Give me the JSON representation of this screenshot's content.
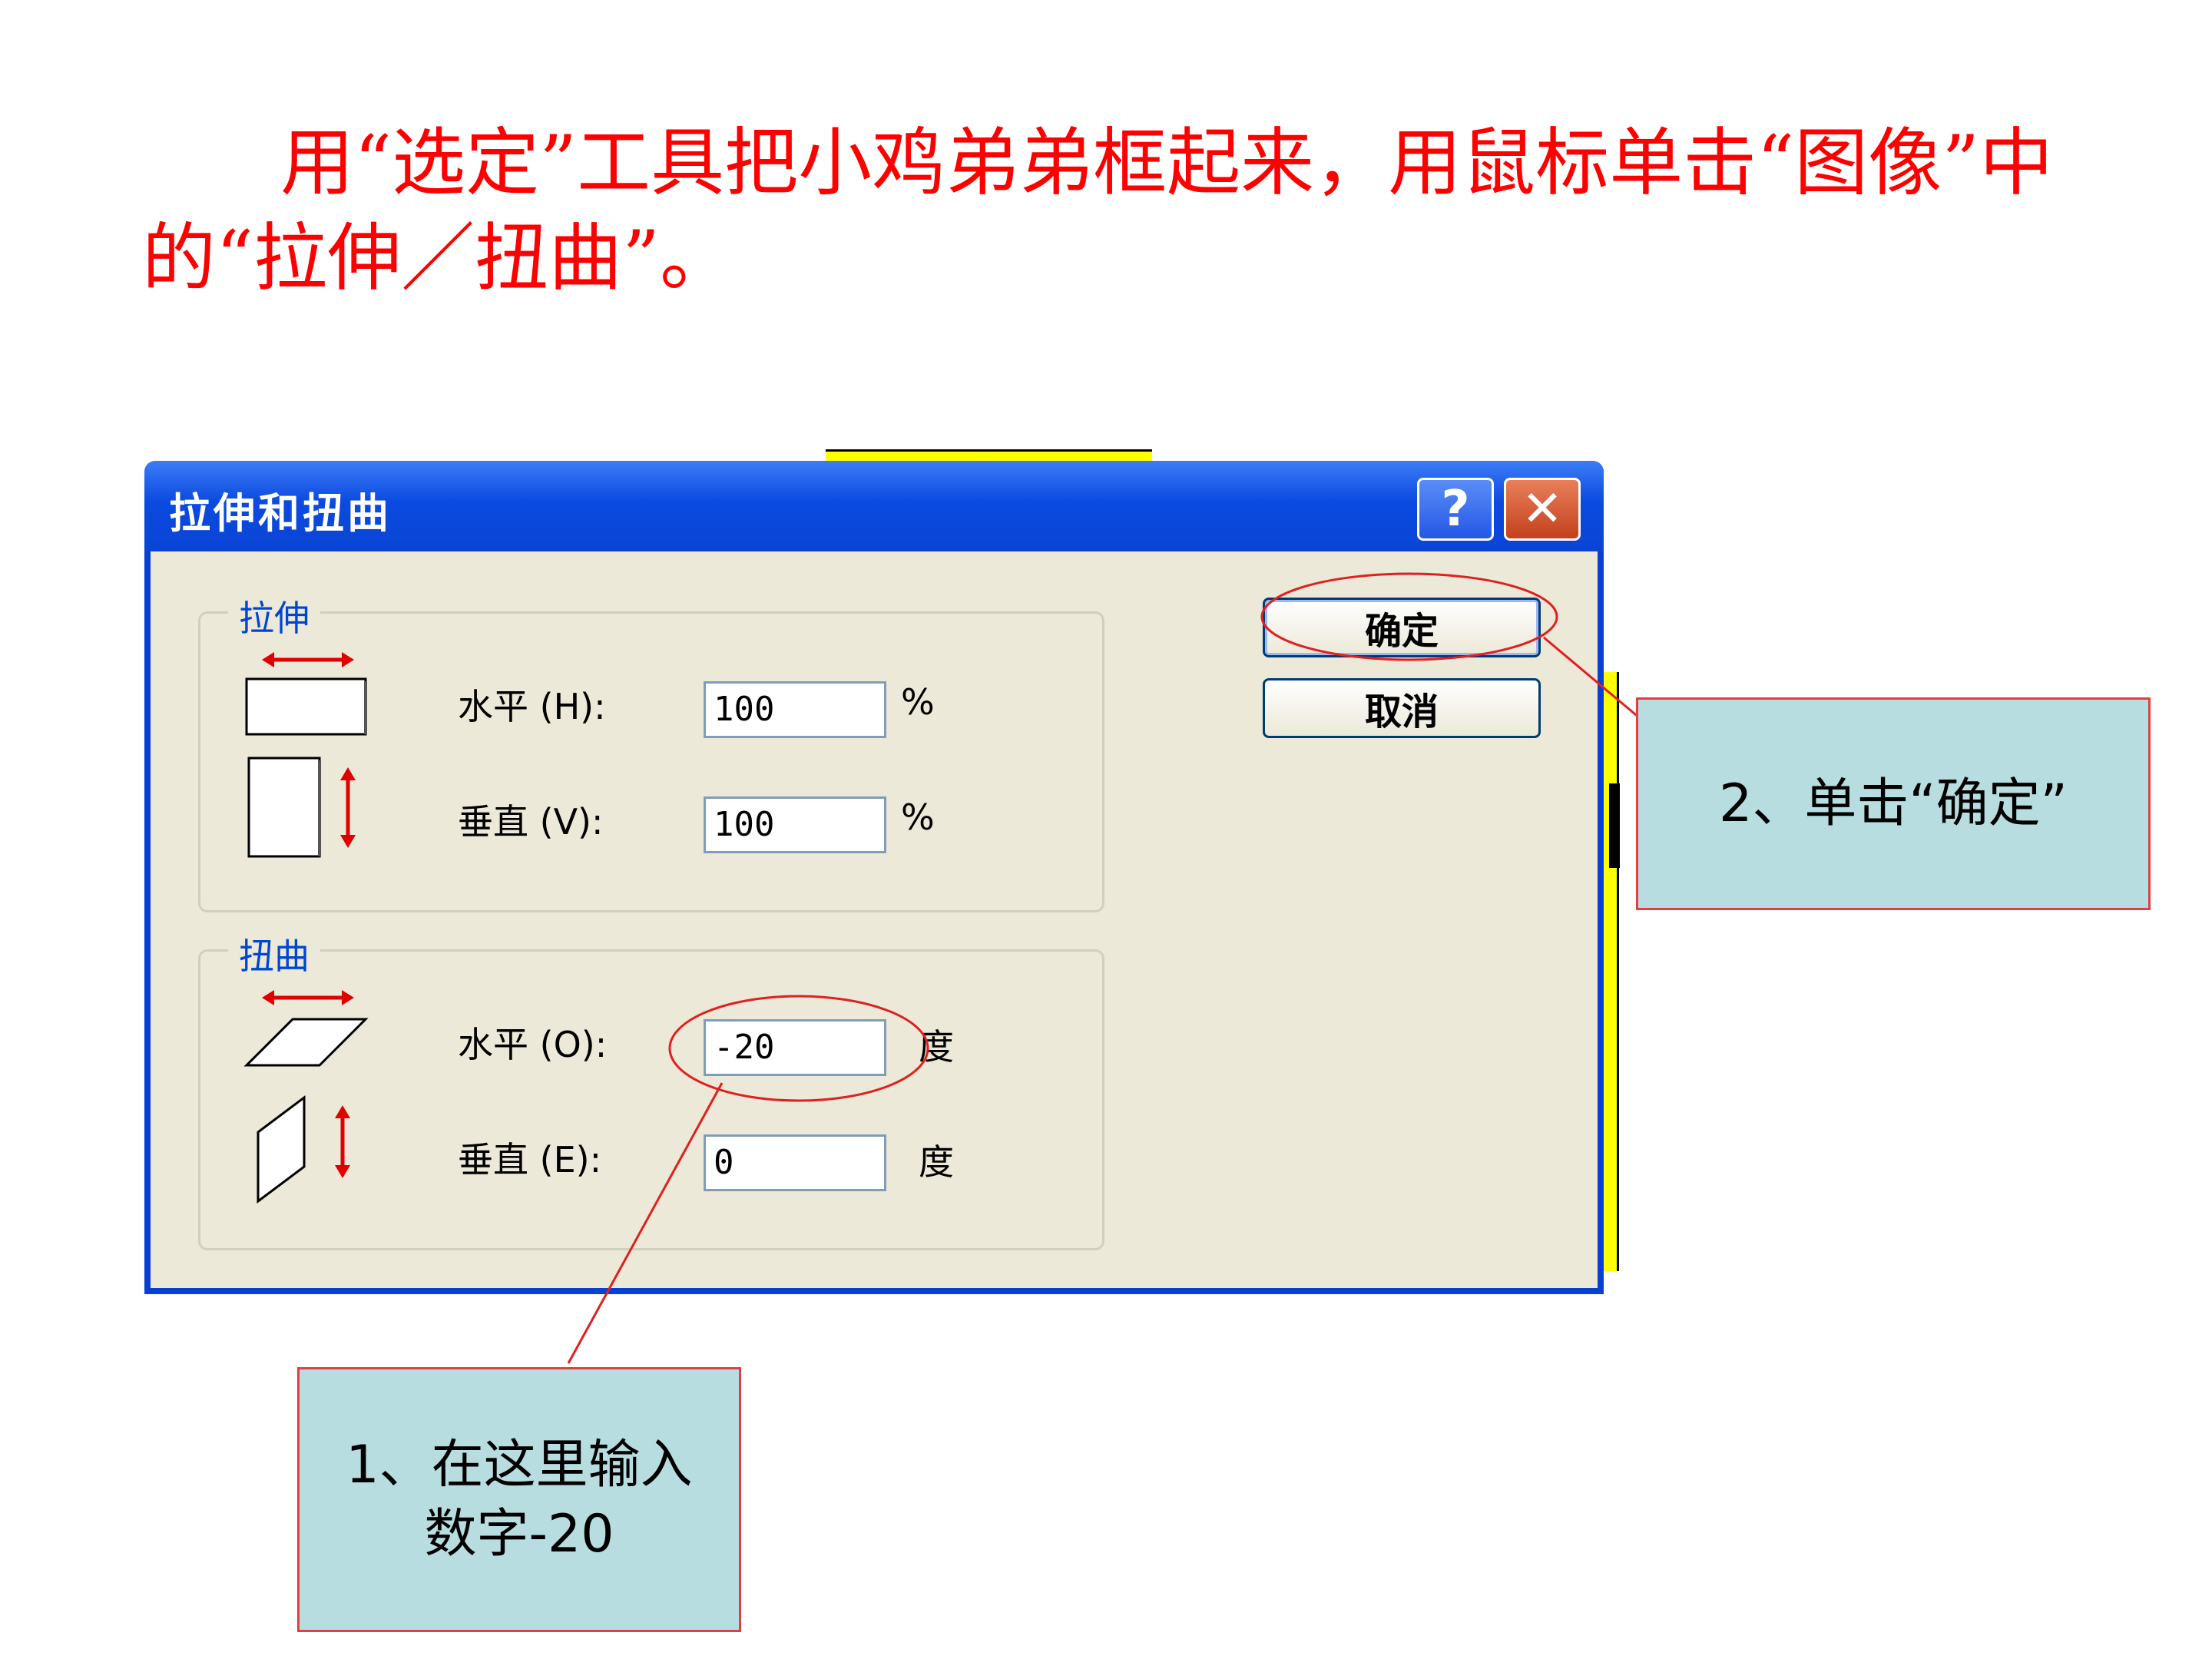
{
  "instruction": "用“选定”工具把小鸡弟弟框起来，用鼠标单击“图像”中的“拉伸／扭曲”。",
  "dialog": {
    "title": "拉伸和扭曲",
    "help_glyph": "?",
    "close_glyph": "✕",
    "stretch": {
      "group_label": "拉伸",
      "horizontal_label": "水平 (H):",
      "horizontal_value": "100",
      "horizontal_unit": "%",
      "vertical_label": "垂直 (V):",
      "vertical_value": "100",
      "vertical_unit": "%"
    },
    "skew": {
      "group_label": "扭曲",
      "horizontal_label": "水平 (O):",
      "horizontal_value": "-20",
      "horizontal_unit": "度",
      "vertical_label": "垂直 (E):",
      "vertical_value": "0",
      "vertical_unit": "度"
    },
    "ok_label": "确定",
    "cancel_label": "取消"
  },
  "callouts": {
    "step1_line1": "1、在这里输入",
    "step1_line2": "数字-20",
    "step2": "2、单击“确定”"
  },
  "colors": {
    "instruction_text": "#ff0000",
    "titlebar": "#0a44d4",
    "dialog_body": "#ece9d8",
    "callout_fill": "#b7dde0",
    "callout_border": "#e04040",
    "annotation_line": "#e02020"
  }
}
